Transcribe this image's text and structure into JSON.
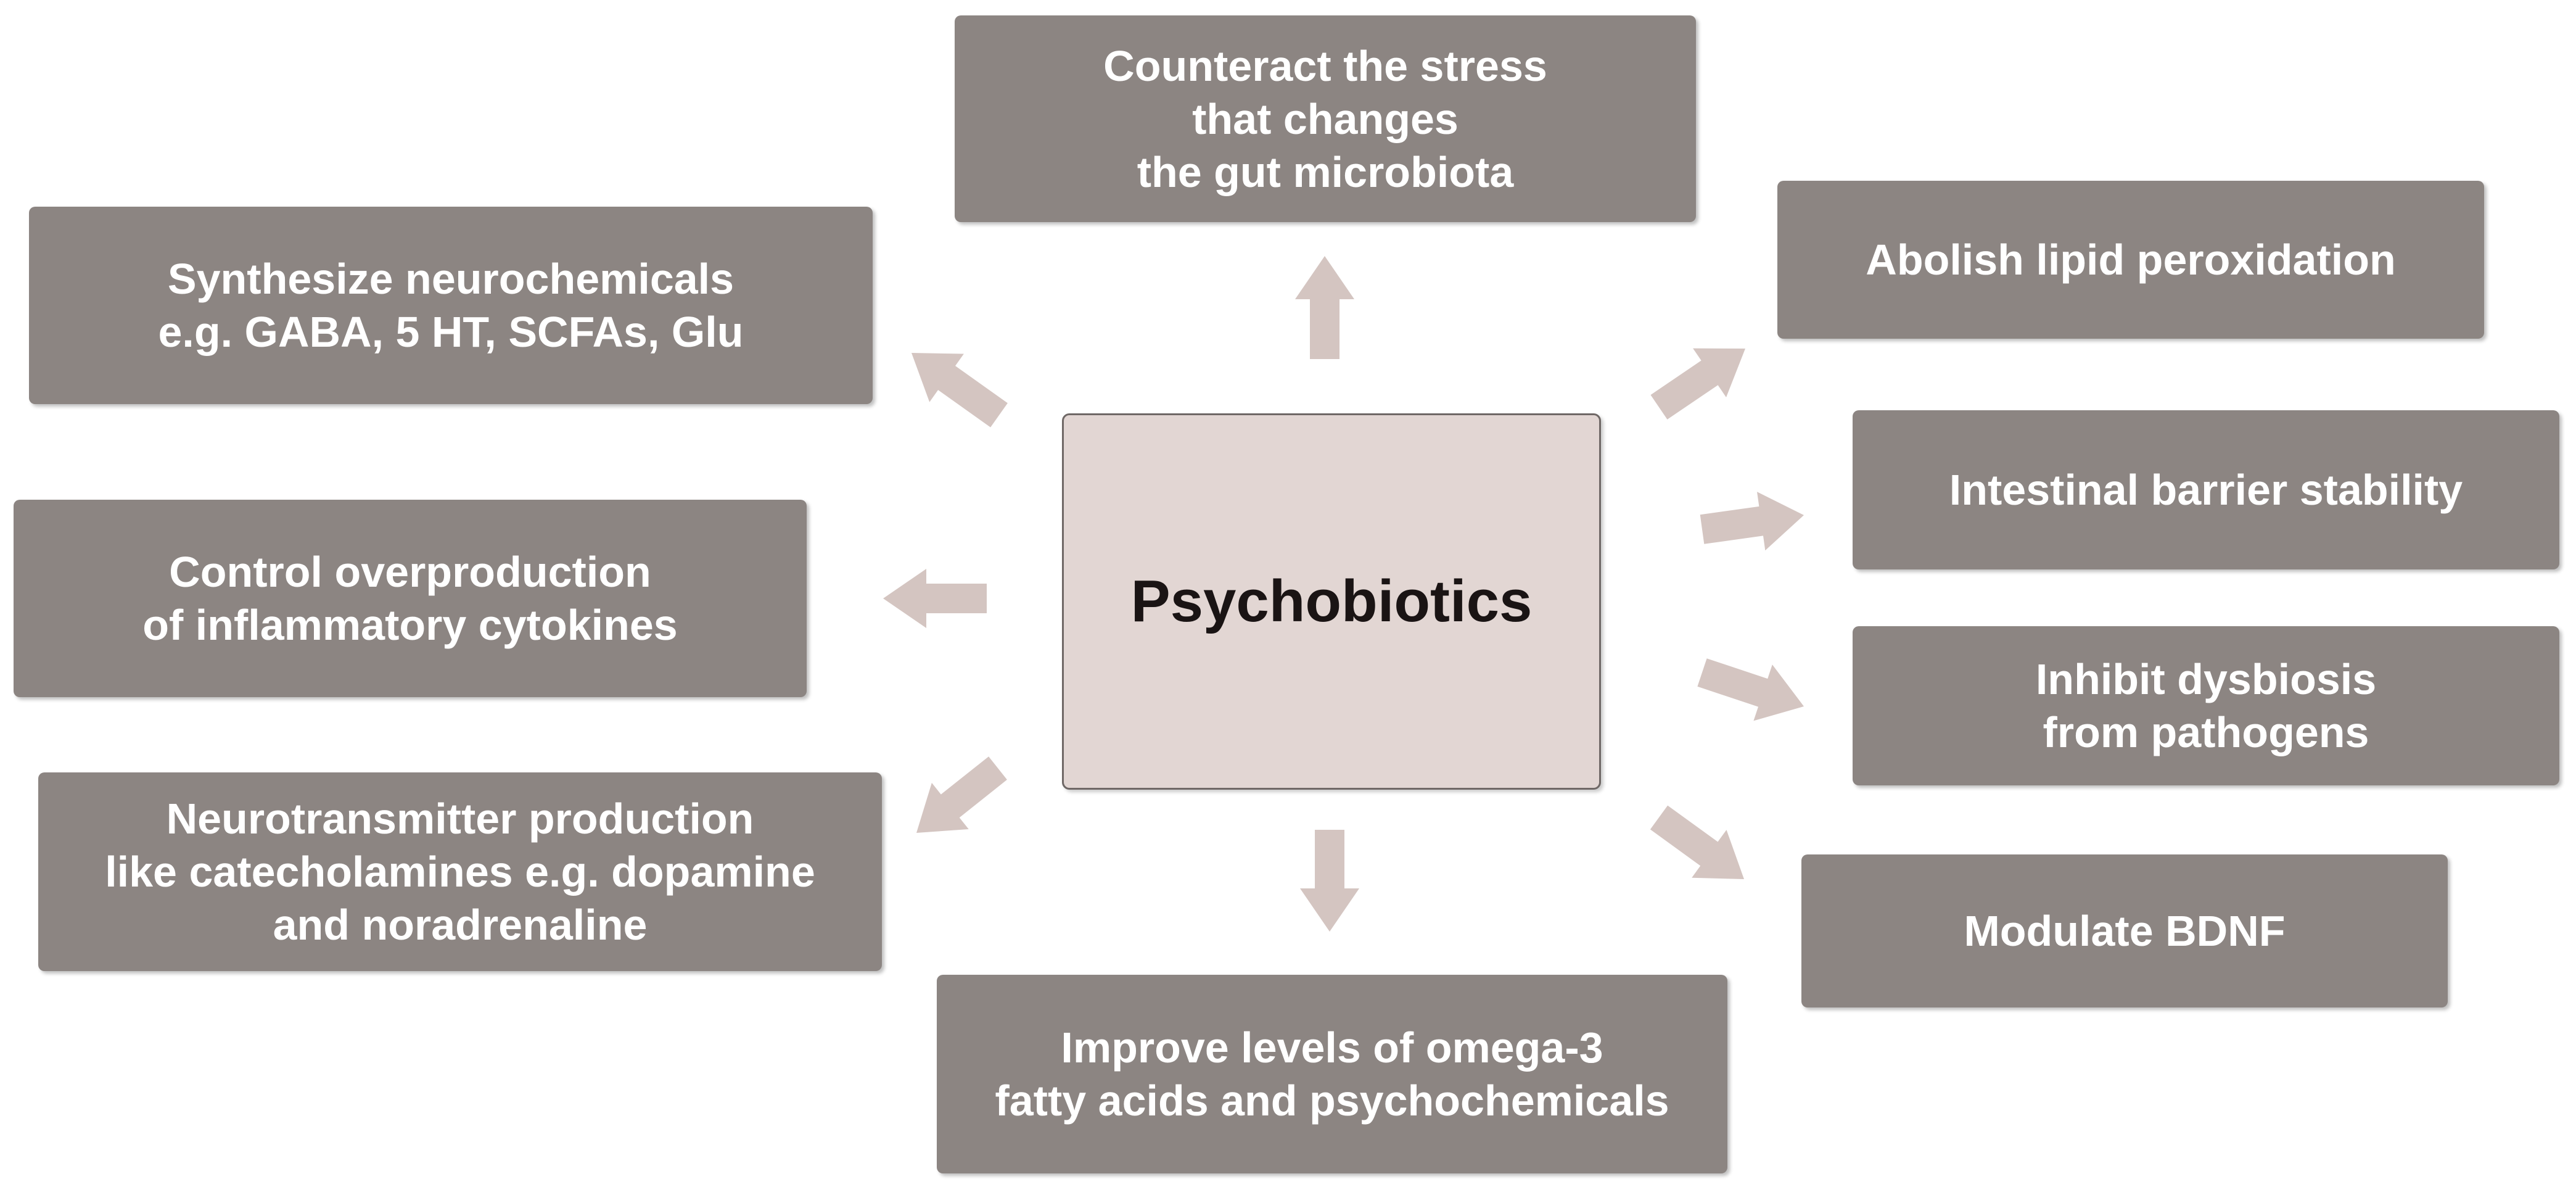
{
  "center": {
    "label": "Psychobiotics"
  },
  "effects": {
    "stress": "Counteract the stress\nthat changes\nthe gut microbiota",
    "neurochemicals": "Synthesize neurochemicals\ne.g. GABA, 5 HT, SCFAs, Glu",
    "cytokines": "Control overproduction\nof inflammatory cytokines",
    "neurotransmitter": "Neurotransmitter production\nlike catecholamines e.g. dopamine\nand noradrenaline",
    "omega3": "Improve levels of omega-3\nfatty acids and psychochemicals",
    "lipid": "Abolish lipid peroxidation",
    "barrier": "Intestinal barrier stability",
    "dysbiosis": "Inhibit dysbiosis\nfrom pathogens",
    "bdnf": "Modulate BDNF"
  },
  "colors": {
    "box_fill": "#8c8582",
    "center_fill": "#e2d6d3",
    "arrow_fill": "#d4c5c1",
    "text_light": "#ffffff",
    "text_dark": "#1a1414"
  }
}
